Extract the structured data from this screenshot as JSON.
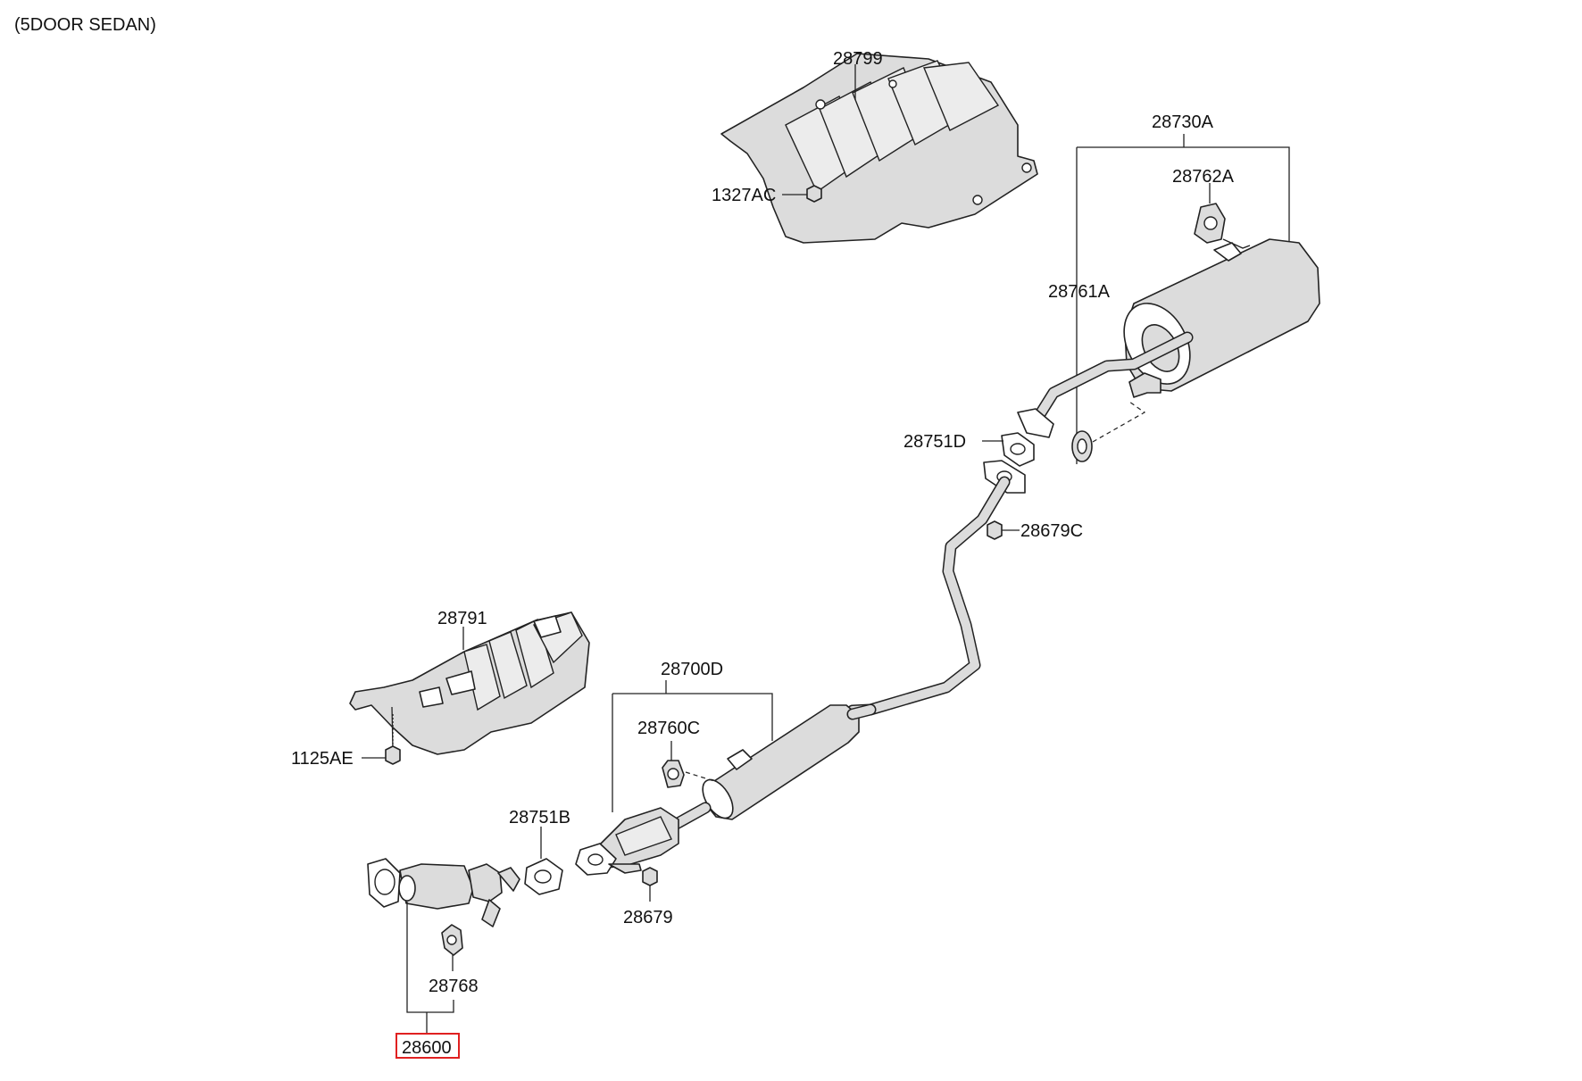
{
  "variant_label": "(5DOOR SEDAN)",
  "parts": {
    "p28799": "28799",
    "p1327AC": "1327AC",
    "p28730A": "28730A",
    "p28762A": "28762A",
    "p28761A": "28761A",
    "p28751D": "28751D",
    "p28679C": "28679C",
    "p28791": "28791",
    "p1125AE": "1125AE",
    "p28700D": "28700D",
    "p28760C": "28760C",
    "p28751B": "28751B",
    "p28679": "28679",
    "p28768": "28768",
    "p28600": "28600"
  },
  "highlight": {
    "part": "28600",
    "color": "#e02020"
  },
  "colors": {
    "line": "#222222",
    "fill": "#dcdcdc",
    "background": "#ffffff"
  }
}
